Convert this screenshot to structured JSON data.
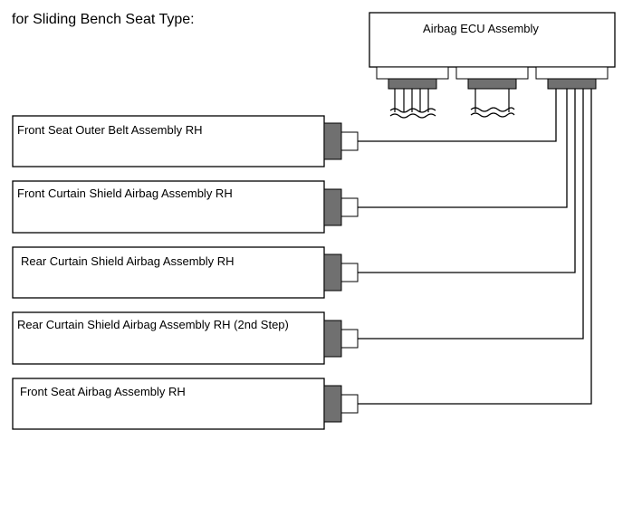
{
  "diagram": {
    "caption": "for Sliding Bench Seat Type:",
    "ecu": {
      "label": "Airbag ECU Assembly"
    },
    "components": [
      {
        "label": "Front Seat Outer Belt Assembly RH"
      },
      {
        "label": "Front Curtain Shield Airbag Assembly RH"
      },
      {
        "label": "Rear Curtain Shield Airbag Assembly RH"
      },
      {
        "label": "Rear Curtain Shield Airbag Assembly RH (2nd Step)"
      },
      {
        "label": "Front Seat Airbag Assembly RH"
      }
    ]
  }
}
